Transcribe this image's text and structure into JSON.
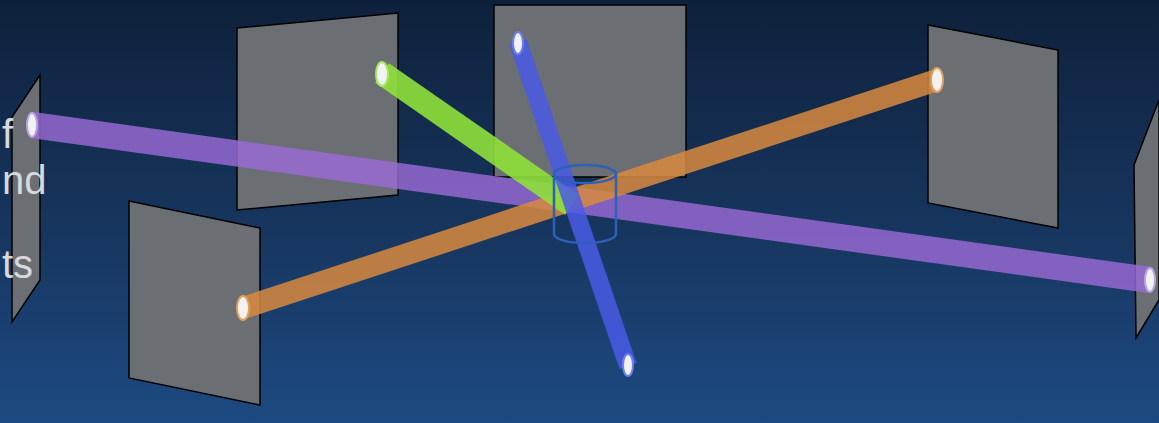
{
  "diagram": {
    "labels": [
      "f",
      "nd",
      "ts"
    ]
  }
}
